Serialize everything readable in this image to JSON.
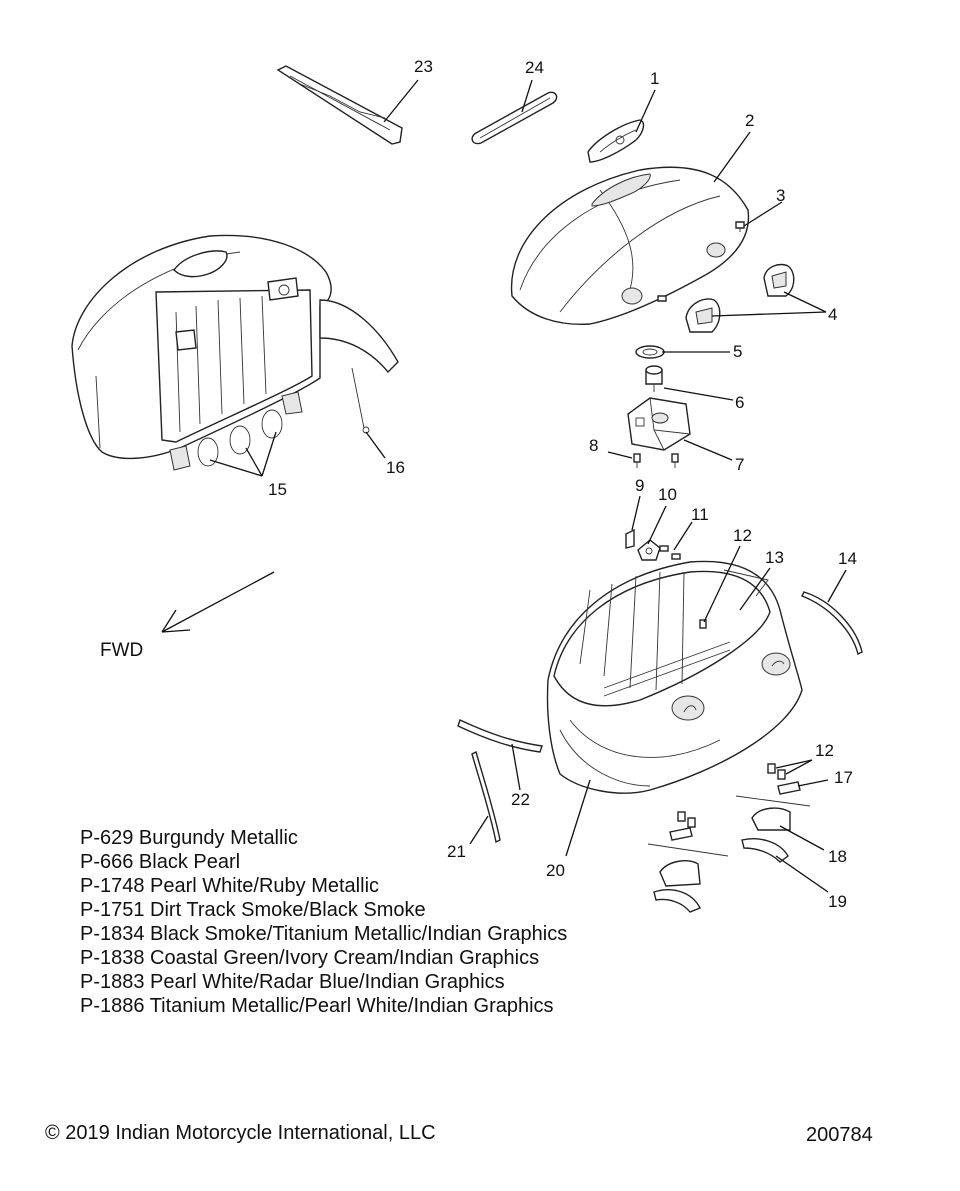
{
  "callouts": [
    "23",
    "24",
    "1",
    "2",
    "3",
    "4",
    "5",
    "6",
    "8",
    "7",
    "15",
    "16",
    "9",
    "10",
    "11",
    "12",
    "13",
    "14",
    "12",
    "17",
    "18",
    "19",
    "22",
    "21",
    "20"
  ],
  "direction_label": "FWD",
  "paint_codes": [
    "P-629  Burgundy Metallic",
    "P-666  Black Pearl",
    "P-1748 Pearl White/Ruby Metallic",
    "P-1751 Dirt Track Smoke/Black Smoke",
    "P-1834 Black Smoke/Titanium Metallic/Indian Graphics",
    "P-1838 Coastal Green/Ivory Cream/Indian Graphics",
    "P-1883 Pearl White/Radar Blue/Indian Graphics",
    "P-1886 Titanium Metallic/Pearl White/Indian Graphics"
  ],
  "footer": {
    "copyright": "© 2019 Indian Motorcycle International, LLC",
    "diagram_id": "200784"
  }
}
